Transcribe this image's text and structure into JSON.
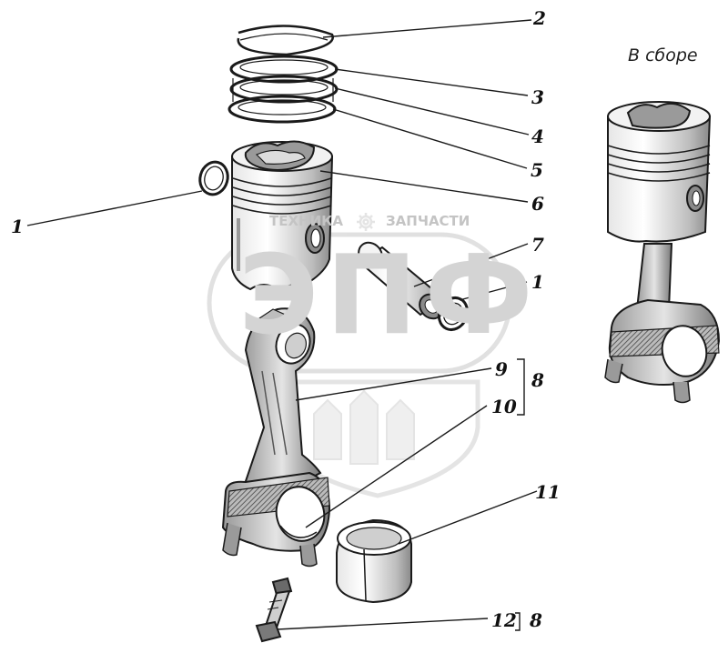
{
  "caption": "В сборе",
  "watermark": {
    "brand_text": "ЭПФ",
    "tagline_left": "ТЕХНИКА",
    "tagline_right": "ЗАПЧАСТИ"
  },
  "callouts": {
    "c1_left": "1",
    "c2": "2",
    "c3": "3",
    "c4": "4",
    "c5": "5",
    "c6": "6",
    "c7": "7",
    "c1_right": "1",
    "c9": "9",
    "c10": "10",
    "c8_group": "8",
    "c11": "11",
    "c12": "12",
    "c8_bolt": "8"
  },
  "colors": {
    "ink": "#1a1a1a",
    "shade": "#6a6a6a",
    "watermark": "#d0d0d0"
  }
}
